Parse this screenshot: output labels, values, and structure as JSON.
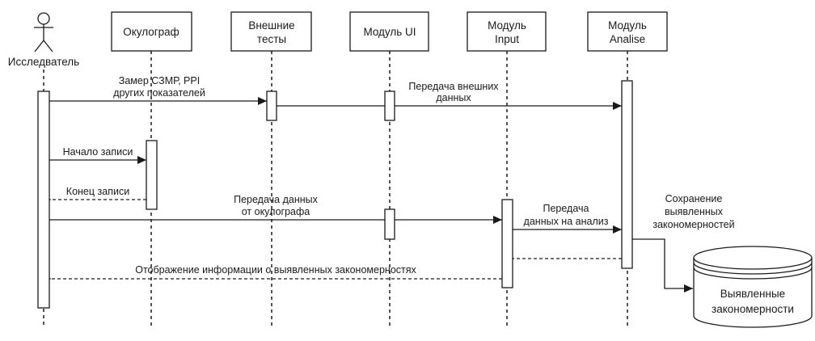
{
  "diagram": {
    "type": "sequence",
    "actor": {
      "label": "Исследватель"
    },
    "participants": [
      {
        "id": "okulograf",
        "lines": [
          "Окулограф"
        ]
      },
      {
        "id": "external-tests",
        "lines": [
          "Внешние",
          "тесты"
        ]
      },
      {
        "id": "module-ui",
        "lines": [
          "Модуль UI"
        ]
      },
      {
        "id": "module-input",
        "lines": [
          "Модуль",
          "Input"
        ]
      },
      {
        "id": "module-analise",
        "lines": [
          "Модуль",
          "Analise"
        ]
      }
    ],
    "messages": [
      {
        "id": "measure",
        "lines": [
          "Замер СЗМР, PPI",
          "других показателей"
        ],
        "kind": "sync"
      },
      {
        "id": "transfer-external",
        "lines": [
          "Передача внешних",
          "данных"
        ],
        "kind": "sync"
      },
      {
        "id": "start-record",
        "lines": [
          "Начало записи"
        ],
        "kind": "sync"
      },
      {
        "id": "end-record",
        "lines": [
          "Конец записи"
        ],
        "kind": "return"
      },
      {
        "id": "transfer-okulograf",
        "lines": [
          "Передача данных",
          "от окулографа"
        ],
        "kind": "sync"
      },
      {
        "id": "transfer-analysis",
        "lines": [
          "Передача",
          "данных на анализ"
        ],
        "kind": "sync"
      },
      {
        "id": "analysis-return",
        "lines": [],
        "kind": "return"
      },
      {
        "id": "display-info",
        "lines": [
          "Отображение информации о выявленных закономерностях"
        ],
        "kind": "return"
      },
      {
        "id": "save-patterns",
        "lines": [
          "Сохранение",
          "выявленных",
          "закономерностей"
        ],
        "kind": "sync"
      }
    ],
    "database": {
      "lines": [
        "Выявленные",
        "закономерности"
      ]
    }
  }
}
